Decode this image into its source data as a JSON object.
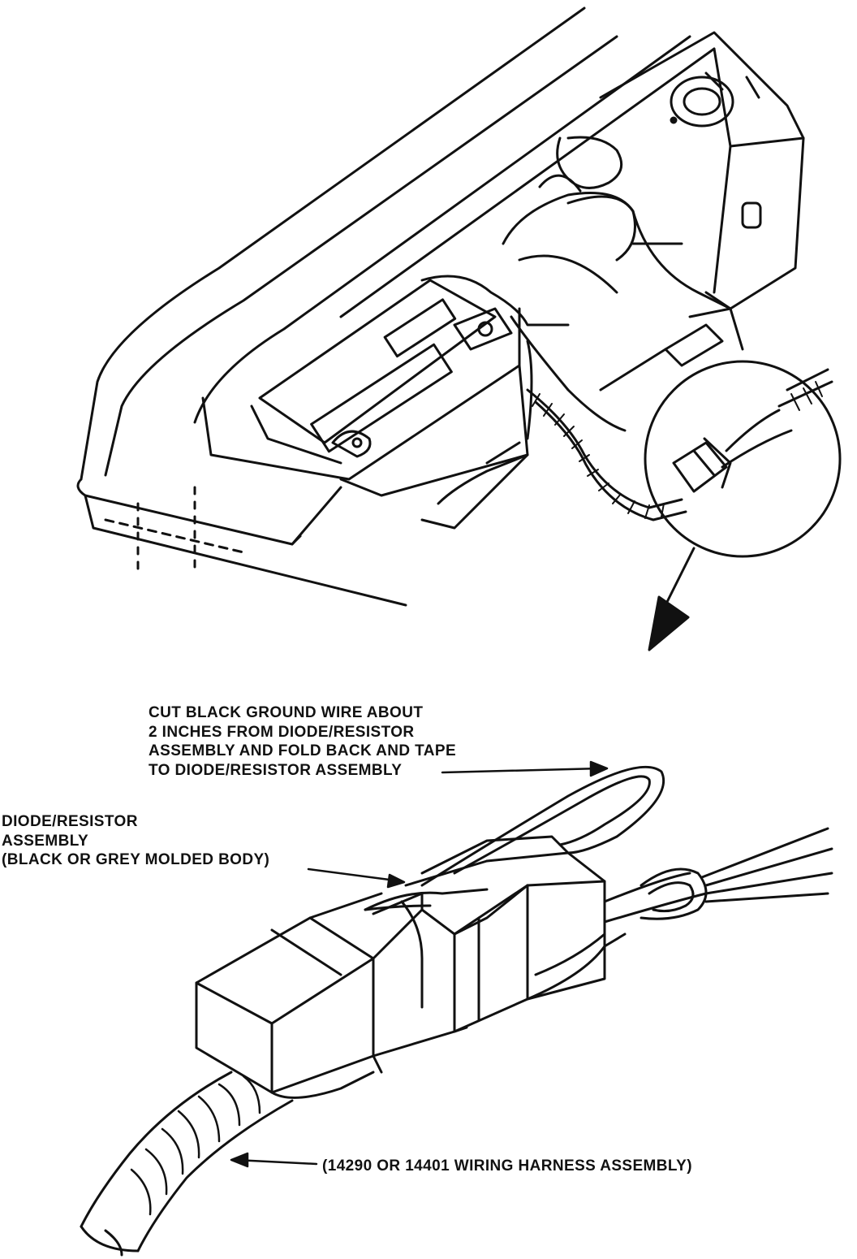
{
  "labels": {
    "cut_wire": [
      "CUT BLACK GROUND WIRE ABOUT",
      "2 INCHES FROM DIODE/RESISTOR",
      "ASSEMBLY AND FOLD BACK AND TAPE",
      "TO DIODE/RESISTOR ASSEMBLY"
    ],
    "diode": [
      "DIODE/RESISTOR",
      "ASSEMBLY",
      "(BLACK OR GREY MOLDED BODY)"
    ],
    "harness": "(14290 OR 14401 WIRING HARNESS ASSEMBLY)"
  },
  "colors": {
    "ink": "#111111",
    "paper": "#ffffff"
  }
}
